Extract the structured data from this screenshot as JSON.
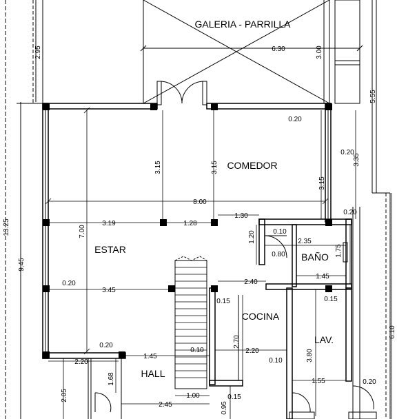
{
  "rooms": {
    "galeria": "GALERIA - PARRILLA",
    "comedor": "COMEDOR",
    "estar": "ESTAR",
    "bano": "BAÑO",
    "cocina": "COCINA",
    "lav": "LAV.",
    "hall": "HALL"
  },
  "dimensions": {
    "d_6_30": "6.30",
    "d_2_95": "2.95",
    "d_3_00": "3.00",
    "d_5_55": "5.55",
    "d_13_25": "13.25",
    "d_9_45": "9.45",
    "d_0_20_a": "0.20",
    "d_0_20_b": "0.20",
    "d_0_20_c": "0.20",
    "d_0_20_d": "0.20",
    "d_0_20_e": "0.20",
    "d_0_20_f": "0.20",
    "d_3_15_a": "3.15",
    "d_3_15_b": "3.15",
    "d_3_15_c": "3.15",
    "d_3_35": "3.35",
    "d_8_00": "8.00",
    "d_3_19": "3.19",
    "d_1_28": "1.28",
    "d_1_30": "1.30",
    "d_7_00": "7.00",
    "d_1_20": "1.20",
    "d_0_10_a": "0.10",
    "d_0_80": "0.80",
    "d_2_35": "2.35",
    "d_1_75": "1.75",
    "d_3_45": "3.45",
    "d_2_40": "2.40",
    "d_1_45_a": "1.45",
    "d_0_15_a": "0.15",
    "d_0_15_b": "0.15",
    "d_0_15_c": "0.15",
    "d_2_70": "2.70",
    "d_2_20_a": "2.20",
    "d_2_20_b": "2.20",
    "d_0_10_b": "0.10",
    "d_0_10_c": "0.10",
    "d_3_80": "3.80",
    "d_1_45_b": "1.45",
    "d_1_55": "1.55",
    "d_6_10": "6.10",
    "d_2_05": "2.05",
    "d_1_68": "1.68",
    "d_2_45": "2.45",
    "d_1_00": "1.00",
    "d_0_95": "0.95"
  }
}
